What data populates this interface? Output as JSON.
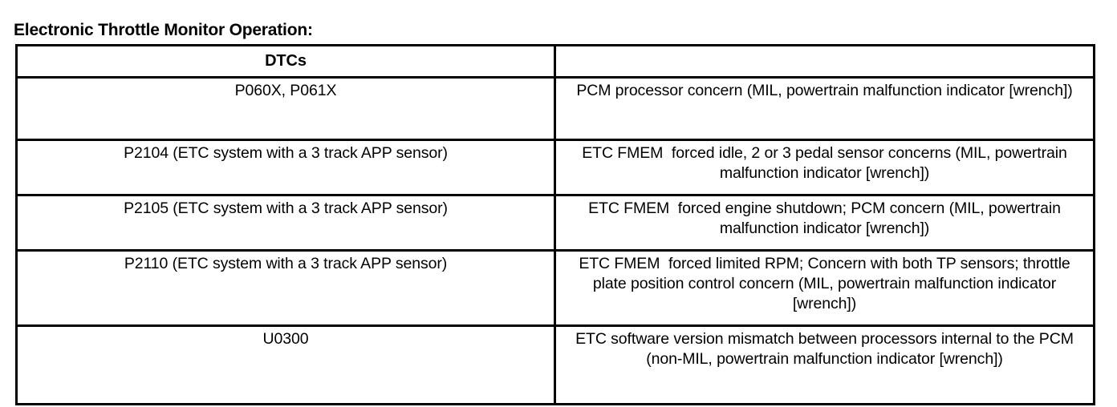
{
  "document": {
    "title": "Electronic Throttle Monitor Operation:"
  },
  "table": {
    "columns": [
      {
        "header": "DTCs",
        "key": "code"
      },
      {
        "header": "",
        "key": "description"
      }
    ],
    "rows": [
      {
        "code": "P060X, P061X",
        "description": "PCM processor concern (MIL, powertrain malfunction indicator [wrench])"
      },
      {
        "code": "P2104 (ETC system with a 3 track APP sensor)",
        "description": "ETC FMEM  forced idle, 2 or 3 pedal sensor concerns (MIL, powertrain malfunction indicator [wrench])"
      },
      {
        "code": "P2105 (ETC system with a 3 track APP sensor)",
        "description": "ETC FMEM  forced engine shutdown; PCM concern (MIL, powertrain malfunction indicator [wrench])"
      },
      {
        "code": "P2110 (ETC system with a 3 track APP sensor)",
        "description": "ETC FMEM  forced limited RPM; Concern with both TP sensors; throttle plate position control concern (MIL, powertrain malfunction indicator [wrench])"
      },
      {
        "code": "U0300",
        "description": "ETC software version mismatch between processors internal to the PCM (non-MIL, powertrain malfunction indicator [wrench])"
      }
    ]
  },
  "colors": {
    "page_background": "#ffffff",
    "text": "#000000",
    "border": "#000000"
  }
}
